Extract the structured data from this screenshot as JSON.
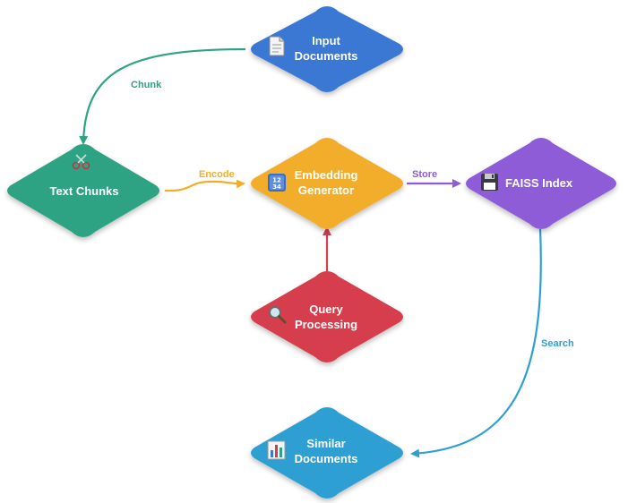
{
  "nodes": {
    "input": {
      "line1": "Input",
      "line2": "Documents",
      "color": "#3a78d4",
      "icon": "document-icon"
    },
    "chunks": {
      "line1": "Text Chunks",
      "color": "#2ea384",
      "icon": "scissors-icon"
    },
    "embedding": {
      "line1": "Embedding",
      "line2": "Generator",
      "color": "#f2ad2a",
      "icon": "numbers-icon"
    },
    "faiss": {
      "line1": "FAISS Index",
      "color": "#8f5bd8",
      "icon": "floppy-disk-icon"
    },
    "query": {
      "line1": "Query",
      "line2": "Processing",
      "color": "#d63c4d",
      "icon": "magnifier-icon"
    },
    "similar": {
      "line1": "Similar",
      "line2": "Documents",
      "color": "#2e9fd2",
      "icon": "bar-chart-icon"
    }
  },
  "edges": {
    "chunk": {
      "label": "Chunk",
      "color": "#2ea384"
    },
    "encode": {
      "label": "Encode",
      "color": "#f2ad2a"
    },
    "store": {
      "label": "Store",
      "color": "#8f5bd8"
    },
    "query": {
      "label": "",
      "color": "#d63c4d"
    },
    "search": {
      "label": "Search",
      "color": "#2e9fd2"
    }
  }
}
